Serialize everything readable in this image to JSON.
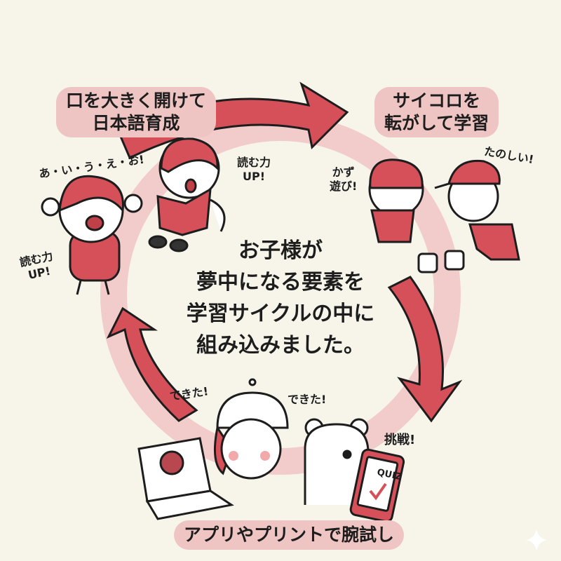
{
  "labels": {
    "top_left": [
      "口を大きく開けて",
      "日本語育成"
    ],
    "top_right": [
      "サイコロを",
      "転がして学習"
    ],
    "bottom": "アプリやプリントで腕試し"
  },
  "center_text": [
    "お子様が",
    "夢中になる要素を",
    "学習サイクルの中に",
    "組み込みました。"
  ],
  "speech": {
    "aiueo": "あ・い・う・え・お!",
    "reading_power_1": [
      "読む力",
      "UP!"
    ],
    "reading_power_2": [
      "読む力",
      "UP!"
    ],
    "kazu_asobi": [
      "かず",
      "遊び!"
    ],
    "tanoshii": "たのしい!",
    "dekita_1": "できた!",
    "dekita_2": "できた!",
    "chousen": "挑戦!"
  },
  "quiz_text": "QUIZ",
  "colors": {
    "accent": "#d6505a",
    "ring": "#f2cccb",
    "background": "#f7f5ea"
  }
}
